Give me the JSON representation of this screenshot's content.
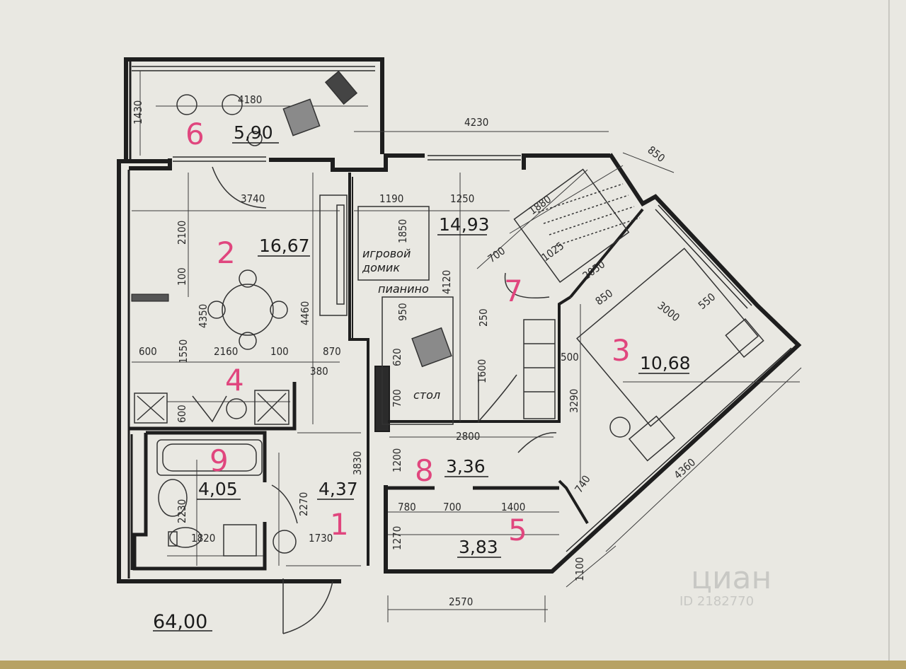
{
  "total_area": "64,00",
  "rooms": [
    {
      "number": "6",
      "area": "5,90"
    },
    {
      "number": "2",
      "area": "16,67"
    },
    {
      "number": "14,93"
    },
    {
      "number": "7"
    },
    {
      "number": "3",
      "area": "10,68"
    },
    {
      "number": "4"
    },
    {
      "number": "9",
      "area": "4,05"
    },
    {
      "number": "1",
      "area": "4,37"
    },
    {
      "number": "8",
      "area": "3,36"
    },
    {
      "number": "5",
      "area": "3,83"
    }
  ],
  "labels": {
    "playhouse_line1": "игровой",
    "playhouse_line2": "домик",
    "piano": "пианино",
    "table": "стол"
  },
  "dimensions": {
    "d4180": "4180",
    "d1430": "1430",
    "d4230": "4230",
    "d850a": "850",
    "d3740": "3740",
    "d1190": "1190",
    "d1250": "1250",
    "d1880": "1880",
    "d2100": "2100",
    "d1850": "1850",
    "d700a": "700",
    "d1025": "1025",
    "d2050": "2050",
    "d100a": "100",
    "d4350": "4350",
    "d4460": "4460",
    "d950": "950",
    "d4120": "4120",
    "d850b": "850",
    "d3000": "3000",
    "d550": "550",
    "d250": "250",
    "d1550": "1550",
    "d600a": "600",
    "d2160": "2160",
    "d100b": "100",
    "d870": "870",
    "d380": "380",
    "d620": "620",
    "d1600": "1600",
    "d500": "500",
    "d700b": "700",
    "d3290": "3290",
    "d600b": "600",
    "d2800": "2800",
    "d3830": "3830",
    "d1200": "1200",
    "d4360": "4360",
    "d2230": "2230",
    "d2270": "2270",
    "d740": "740",
    "d780": "780",
    "d700c": "700",
    "d1400": "1400",
    "d1820": "1820",
    "d1730": "1730",
    "d1270": "1270",
    "d1100": "1100",
    "d2570": "2570"
  },
  "watermark": {
    "brand": "циан",
    "id": "ID 2182770"
  }
}
